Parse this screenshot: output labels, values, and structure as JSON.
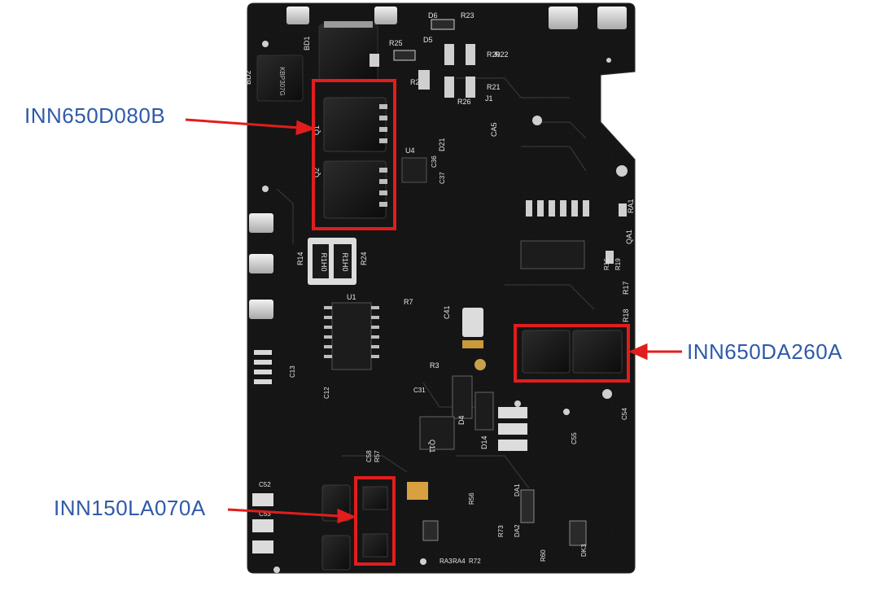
{
  "callouts": {
    "q1_q2": "INN650D080B",
    "q5_q6": "INN650DA260A",
    "lower": "INN150LA070A"
  },
  "colors": {
    "board": "#141414",
    "highlight": "#e11d1d",
    "label": "#2f5aa8"
  },
  "silkscreen": {
    "bd1": "BD1",
    "bd2": "BD2",
    "d5": "D5",
    "d6": "D6",
    "r23": "R23",
    "r25": "R25",
    "r20": "R20",
    "r21": "R21",
    "r22": "R22",
    "r26": "R26",
    "r27": "R27",
    "j1": "J1",
    "q1": "Q1",
    "q2": "Q2",
    "r14": "R14",
    "r24": "R24",
    "r7": "R7",
    "r3": "R3",
    "u1": "U1",
    "u4": "U4",
    "d21": "D21",
    "d4": "D4",
    "d14": "D14",
    "q11": "Q11",
    "ca5": "CA5",
    "ra1": "RA1",
    "r17": "R17",
    "r18": "R18",
    "c54": "C54",
    "c52": "C52",
    "c53": "C53",
    "c58": "C58",
    "r57": "R57",
    "c12": "C12",
    "c13": "C13",
    "c31": "C31",
    "c41": "C41",
    "c36": "C36",
    "c37": "C37",
    "r16": "R16",
    "r19": "R19",
    "c55": "C55",
    "da1": "DA1",
    "da2": "DA2",
    "dk3": "DK3",
    "ra3": "RA3",
    "ra4": "RA4",
    "r72": "R72",
    "r56": "R56",
    "r73": "R73",
    "r60": "R60",
    "qa1": "QA1",
    "res1": "R1H0",
    "bd2_mark": "KBP307G"
  }
}
